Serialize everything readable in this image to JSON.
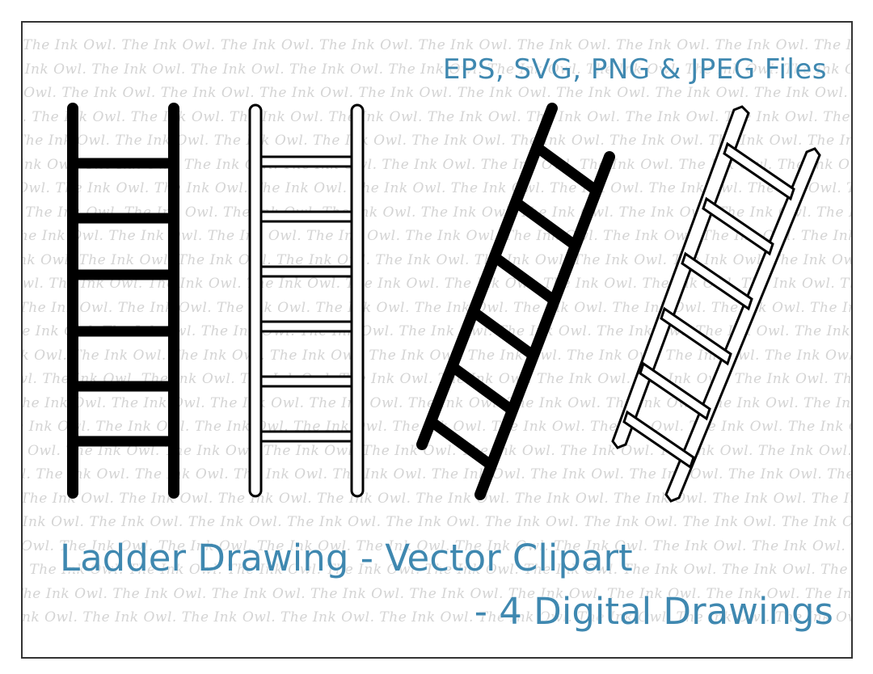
{
  "watermark": {
    "text": "The Ink Owl."
  },
  "header": {
    "files": "EPS, SVG, PNG & JPEG Files"
  },
  "title": {
    "line1": "Ladder Drawing - Vector Clipart",
    "line2": "- 4 Digital Drawings"
  },
  "colors": {
    "accent": "#3f88b0",
    "ink": "#000000",
    "watermark": "#d4d4d4",
    "border": "#333333"
  },
  "artwork": [
    {
      "name": "solid-straight-ladder-icon",
      "rungs": 6
    },
    {
      "name": "outline-straight-ladder-icon",
      "rungs": 6
    },
    {
      "name": "solid-leaning-ladder-icon",
      "rungs": 6
    },
    {
      "name": "outline-leaning-ladder-icon",
      "rungs": 6
    }
  ]
}
